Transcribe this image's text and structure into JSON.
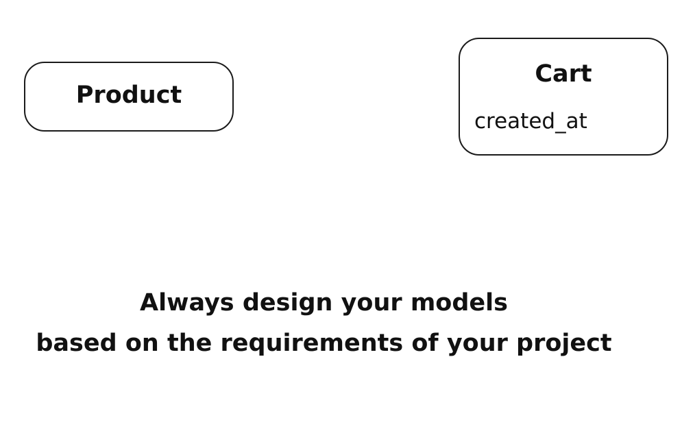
{
  "diagram": {
    "entities": [
      {
        "title": "Product",
        "fields": []
      },
      {
        "title": "Cart",
        "fields": [
          "created_at"
        ]
      }
    ],
    "caption_lines": [
      "Always design your models",
      "based on the requirements of your project"
    ]
  }
}
